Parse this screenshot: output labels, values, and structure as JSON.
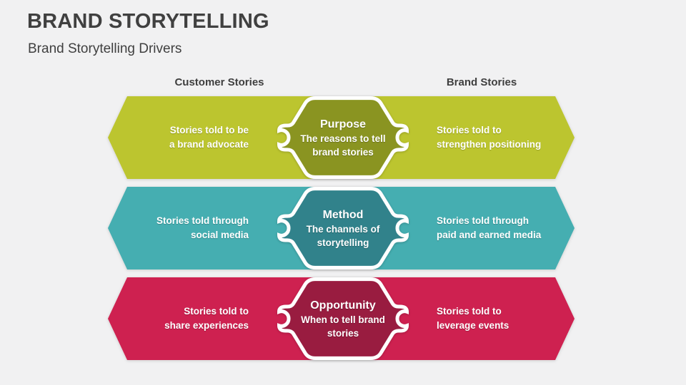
{
  "slide": {
    "title": "BRAND STORYTELLING",
    "subtitle": "Brand Storytelling Drivers",
    "background_color": "#f1f1f2",
    "heading_text_color": "#404040"
  },
  "column_headers": {
    "left": "Customer Stories",
    "right": "Brand Stories"
  },
  "rows": [
    {
      "badge": {
        "title": "Purpose",
        "line1": "The reasons to tell",
        "line2": "brand stories"
      },
      "left": {
        "line1": "Stories told to be",
        "line2": "a brand advocate"
      },
      "right": {
        "line1": "Stories told to",
        "line2": "strengthen positioning"
      },
      "band_color": "#bcc52f",
      "badge_color": "#8a9421"
    },
    {
      "badge": {
        "title": "Method",
        "line1": "The channels of",
        "line2": "storytelling"
      },
      "left": {
        "line1": "Stories told through",
        "line2": "social media"
      },
      "right": {
        "line1": "Stories told through",
        "line2": "paid and earned media"
      },
      "band_color": "#45aeb1",
      "badge_color": "#31828b"
    },
    {
      "badge": {
        "title": "Opportunity",
        "line1": "When to tell brand",
        "line2": "stories"
      },
      "left": {
        "line1": "Stories told to",
        "line2": "share experiences"
      },
      "right": {
        "line1": "Stories told to",
        "line2": "leverage events"
      },
      "band_color": "#ce2150",
      "badge_color": "#991c40"
    }
  ]
}
